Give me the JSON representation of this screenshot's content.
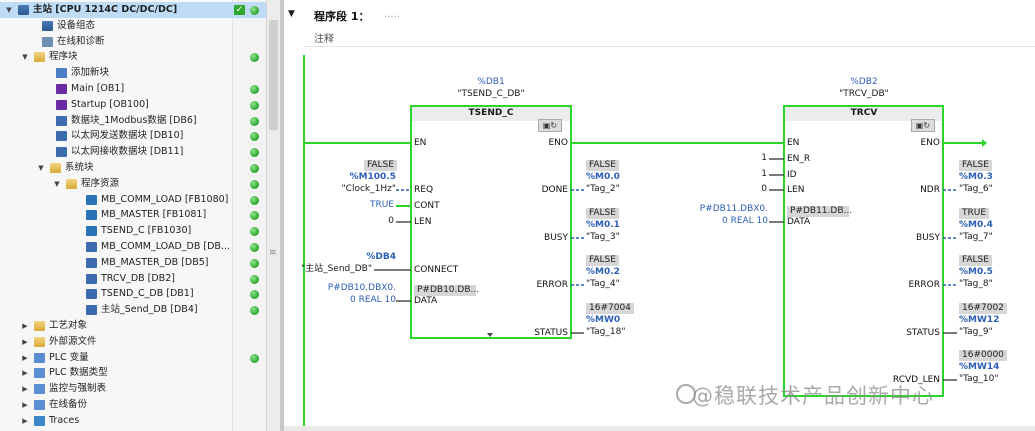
{
  "tree": {
    "rows": [
      {
        "label": "主站 [CPU 1214C DC/DC/DC]",
        "icon": "cpu-device-icon",
        "selected": true,
        "bold": true,
        "check": true,
        "dot": true
      },
      {
        "label": "设备组态",
        "icon": "device-config-icon",
        "dot": false
      },
      {
        "label": "在线和诊断",
        "icon": "online-diagnostics-icon",
        "dot": false
      },
      {
        "label": "程序块",
        "icon": "folder-icon",
        "dot": true
      },
      {
        "label": "添加新块",
        "icon": "add-block-icon",
        "dot": false
      },
      {
        "label": "Main [OB1]",
        "icon": "ob-block-icon",
        "dot": true
      },
      {
        "label": "Startup [OB100]",
        "icon": "ob-block-icon",
        "dot": true
      },
      {
        "label": "数据块_1Modbus数据 [DB6]",
        "icon": "db-block-icon",
        "dot": true
      },
      {
        "label": "以太网发送数据块 [DB10]",
        "icon": "db-block-icon",
        "dot": true
      },
      {
        "label": "以太网接收数据块 [DB11]",
        "icon": "db-block-icon",
        "dot": true
      },
      {
        "label": "系统块",
        "icon": "folder-icon",
        "dot": true
      },
      {
        "label": "程序资源",
        "icon": "folder-icon",
        "dot": true
      },
      {
        "label": "MB_COMM_LOAD [FB1080]",
        "icon": "fb-block-icon",
        "dot": true
      },
      {
        "label": "MB_MASTER [FB1081]",
        "icon": "fb-block-icon",
        "dot": true
      },
      {
        "label": "TSEND_C [FB1030]",
        "icon": "fb-block-icon",
        "dot": true
      },
      {
        "label": "MB_COMM_LOAD_DB [DB...",
        "icon": "db-block-icon",
        "dot": true
      },
      {
        "label": "MB_MASTER_DB [DB5]",
        "icon": "db-block-icon",
        "dot": true
      },
      {
        "label": "TRCV_DB [DB2]",
        "icon": "db-block-icon",
        "dot": true
      },
      {
        "label": "TSEND_C_DB [DB1]",
        "icon": "db-block-icon",
        "dot": true
      },
      {
        "label": "主站_Send_DB [DB4]",
        "icon": "db-block-icon",
        "dot": true
      },
      {
        "label": "工艺对象",
        "icon": "folder-icon",
        "dot": false
      },
      {
        "label": "外部源文件",
        "icon": "folder-icon",
        "dot": false
      },
      {
        "label": "PLC 变量",
        "icon": "plc-tags-icon",
        "dot": true
      },
      {
        "label": "PLC 数据类型",
        "icon": "plc-datatype-icon",
        "dot": false
      },
      {
        "label": "监控与强制表",
        "icon": "watch-table-icon",
        "dot": false
      },
      {
        "label": "在线备份",
        "icon": "online-backup-icon",
        "dot": false
      },
      {
        "label": "Traces",
        "icon": "traces-icon",
        "dot": false
      }
    ]
  },
  "segment": {
    "title": "程序段 1：",
    "title_value": ".....",
    "comment": "注释"
  },
  "tsend": {
    "db_address": "%DB1",
    "db_name": "\"TSEND_C_DB\"",
    "block_name": "TSEND_C",
    "in_pins": {
      "en": "EN",
      "req": "REQ",
      "cont": "CONT",
      "len": "LEN",
      "connect": "CONNECT",
      "data": "DATA"
    },
    "out_pins": {
      "eno": "ENO",
      "done": "DONE",
      "busy": "BUSY",
      "error": "ERROR",
      "status": "STATUS"
    },
    "req_value": "FALSE",
    "req_addr": "%M100.5",
    "req_tag": "\"Clock_1Hz\"",
    "cont_value": "TRUE",
    "len_value": "0",
    "connect_addr": "%DB4",
    "connect_tag": "\"主站_Send_DB\"",
    "data_addr": "P#DB10.DBX0.",
    "data_len": "0 REAL 10",
    "data_inside": "P#DB10.DB...",
    "done_value": "FALSE",
    "done_addr": "%M0.0",
    "done_tag": "\"Tag_2\"",
    "busy_value": "FALSE",
    "busy_addr": "%M0.1",
    "busy_tag": "\"Tag_3\"",
    "error_value": "FALSE",
    "error_addr": "%M0.2",
    "error_tag": "\"Tag_4\"",
    "status_value": "16#7004",
    "status_addr": "%MW0",
    "status_tag": "\"Tag_18\""
  },
  "trcv": {
    "db_address": "%DB2",
    "db_name": "\"TRCV_DB\"",
    "block_name": "TRCV",
    "in_pins": {
      "en": "EN",
      "en_r": "EN_R",
      "id": "ID",
      "len": "LEN",
      "data": "DATA"
    },
    "out_pins": {
      "eno": "ENO",
      "ndr": "NDR",
      "busy": "BUSY",
      "error": "ERROR",
      "status": "STATUS",
      "rcvd_len": "RCVD_LEN"
    },
    "en_r_value": "1",
    "id_value": "1",
    "len_value": "0",
    "data_addr": "P#DB11.DBX0.",
    "data_len": "0 REAL 10",
    "data_inside": "P#DB11.DB...",
    "ndr_value": "FALSE",
    "ndr_addr": "%M0.3",
    "ndr_tag": "\"Tag_6\"",
    "busy_value": "TRUE",
    "busy_addr": "%M0.4",
    "busy_tag": "\"Tag_7\"",
    "error_value": "FALSE",
    "error_addr": "%M0.5",
    "error_tag": "\"Tag_8\"",
    "status_value": "16#7002",
    "status_addr": "%MW12",
    "status_tag": "\"Tag_9\"",
    "rcvd_value": "16#0000",
    "rcvd_addr": "%MW14",
    "rcvd_tag": "\"Tag_10\""
  },
  "watermark": "@稳联技术产品创新中心",
  "colors": {
    "box": "#2bd52b",
    "address": "#2d5fb5",
    "status_ok": "#2aa52a"
  }
}
